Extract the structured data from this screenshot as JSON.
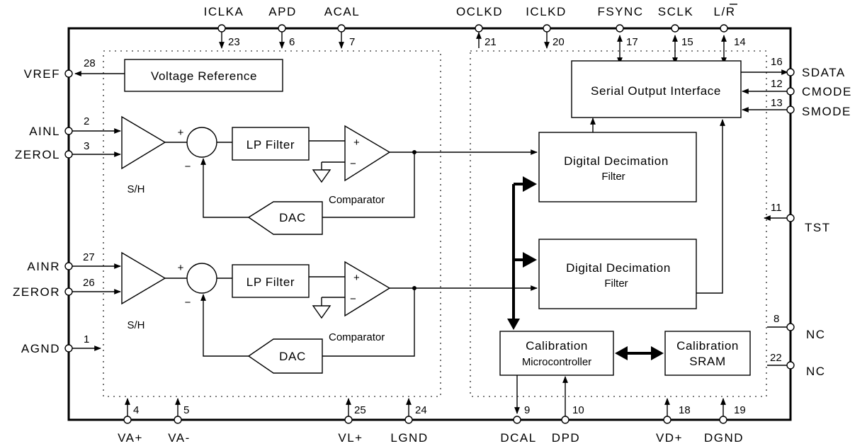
{
  "top_pins": [
    {
      "name": "ICLKA",
      "num": "23"
    },
    {
      "name": "APD",
      "num": "6"
    },
    {
      "name": "ACAL",
      "num": "7"
    },
    {
      "name": "OCLKD",
      "num": "21"
    },
    {
      "name": "ICLKD",
      "num": "20"
    },
    {
      "name": "FSYNC",
      "num": "17"
    },
    {
      "name": "SCLK",
      "num": "15"
    },
    {
      "name": "L/R",
      "num": "14"
    }
  ],
  "bottom_pins": [
    {
      "name": "VA+",
      "num": "4"
    },
    {
      "name": "VA-",
      "num": "5"
    },
    {
      "name": "VL+",
      "num": "25"
    },
    {
      "name": "LGND",
      "num": "24"
    },
    {
      "name": "DCAL",
      "num": "9"
    },
    {
      "name": "DPD",
      "num": "10"
    },
    {
      "name": "VD+",
      "num": "18"
    },
    {
      "name": "DGND",
      "num": "19"
    }
  ],
  "left_pins": [
    {
      "name": "VREF",
      "num": "28"
    },
    {
      "name": "AINL",
      "num": "2"
    },
    {
      "name": "ZEROL",
      "num": "3"
    },
    {
      "name": "AINR",
      "num": "27"
    },
    {
      "name": "ZEROR",
      "num": "26"
    },
    {
      "name": "AGND",
      "num": "1"
    }
  ],
  "right_pins": [
    {
      "name": "SDATA",
      "num": "16"
    },
    {
      "name": "CMODE",
      "num": "12"
    },
    {
      "name": "SMODE",
      "num": "13"
    },
    {
      "name": "TST",
      "num": "11"
    },
    {
      "name": "NC",
      "num": "8"
    },
    {
      "name": "NC",
      "num": "22"
    }
  ],
  "blocks": {
    "voltage_reference": "Voltage Reference",
    "lp_filter": "LP Filter",
    "sample_hold": "S/H",
    "comparator": "Comparator",
    "dac": "DAC",
    "plus": "+",
    "minus": "−",
    "serial_output": "Serial Output Interface",
    "decimation_line1": "Digital Decimation",
    "decimation_line2": "Filter",
    "cal_micro_line1": "Calibration",
    "cal_micro_line2": "Microcontroller",
    "cal_sram_line1": "Calibration",
    "cal_sram_line2": "SRAM"
  }
}
